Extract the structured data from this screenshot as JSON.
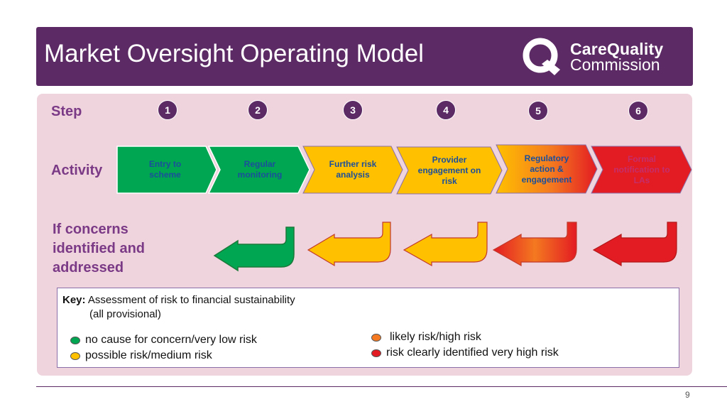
{
  "header": {
    "title": "Market Oversight Operating Model",
    "logo_line1": "CareQuality",
    "logo_line2": "Commission"
  },
  "rows": {
    "step_label": "Step",
    "activity_label": "Activity",
    "concerns_label_1": "If concerns",
    "concerns_label_2": "identified and",
    "concerns_label_3": "addressed"
  },
  "steps": [
    "1",
    "2",
    "3",
    "4",
    "5",
    "6"
  ],
  "activities": [
    {
      "line1": "Entry to",
      "line2": "scheme",
      "line3": ""
    },
    {
      "line1": "Regular",
      "line2": "monitoring",
      "line3": ""
    },
    {
      "line1": "Further risk",
      "line2": "analysis",
      "line3": ""
    },
    {
      "line1": "Provider",
      "line2": "engagement on",
      "line3": "risk"
    },
    {
      "line1": "Regulatory",
      "line2": "action &",
      "line3": "engagement"
    },
    {
      "line1": "Formal",
      "line2": "notification to",
      "line3": "LAs"
    }
  ],
  "key": {
    "label": "Key:",
    "description_line1": "Assessment of risk to financial sustainability",
    "description_line2": "(all provisional)",
    "items": [
      {
        "text": "no cause for concern/very low risk",
        "color": "#00a651"
      },
      {
        "text": "possible risk/medium risk",
        "color": "#ffc000"
      },
      {
        "text": "likely risk/high risk",
        "color": "#f47920"
      },
      {
        "text": "risk clearly identified very high risk",
        "color": "#e31b23"
      }
    ]
  },
  "colors": {
    "brand_purple": "#5c2a64",
    "green": "#00a651",
    "amber": "#ffc000",
    "orange": "#f47920",
    "red": "#e31b23"
  },
  "page_number": "9"
}
